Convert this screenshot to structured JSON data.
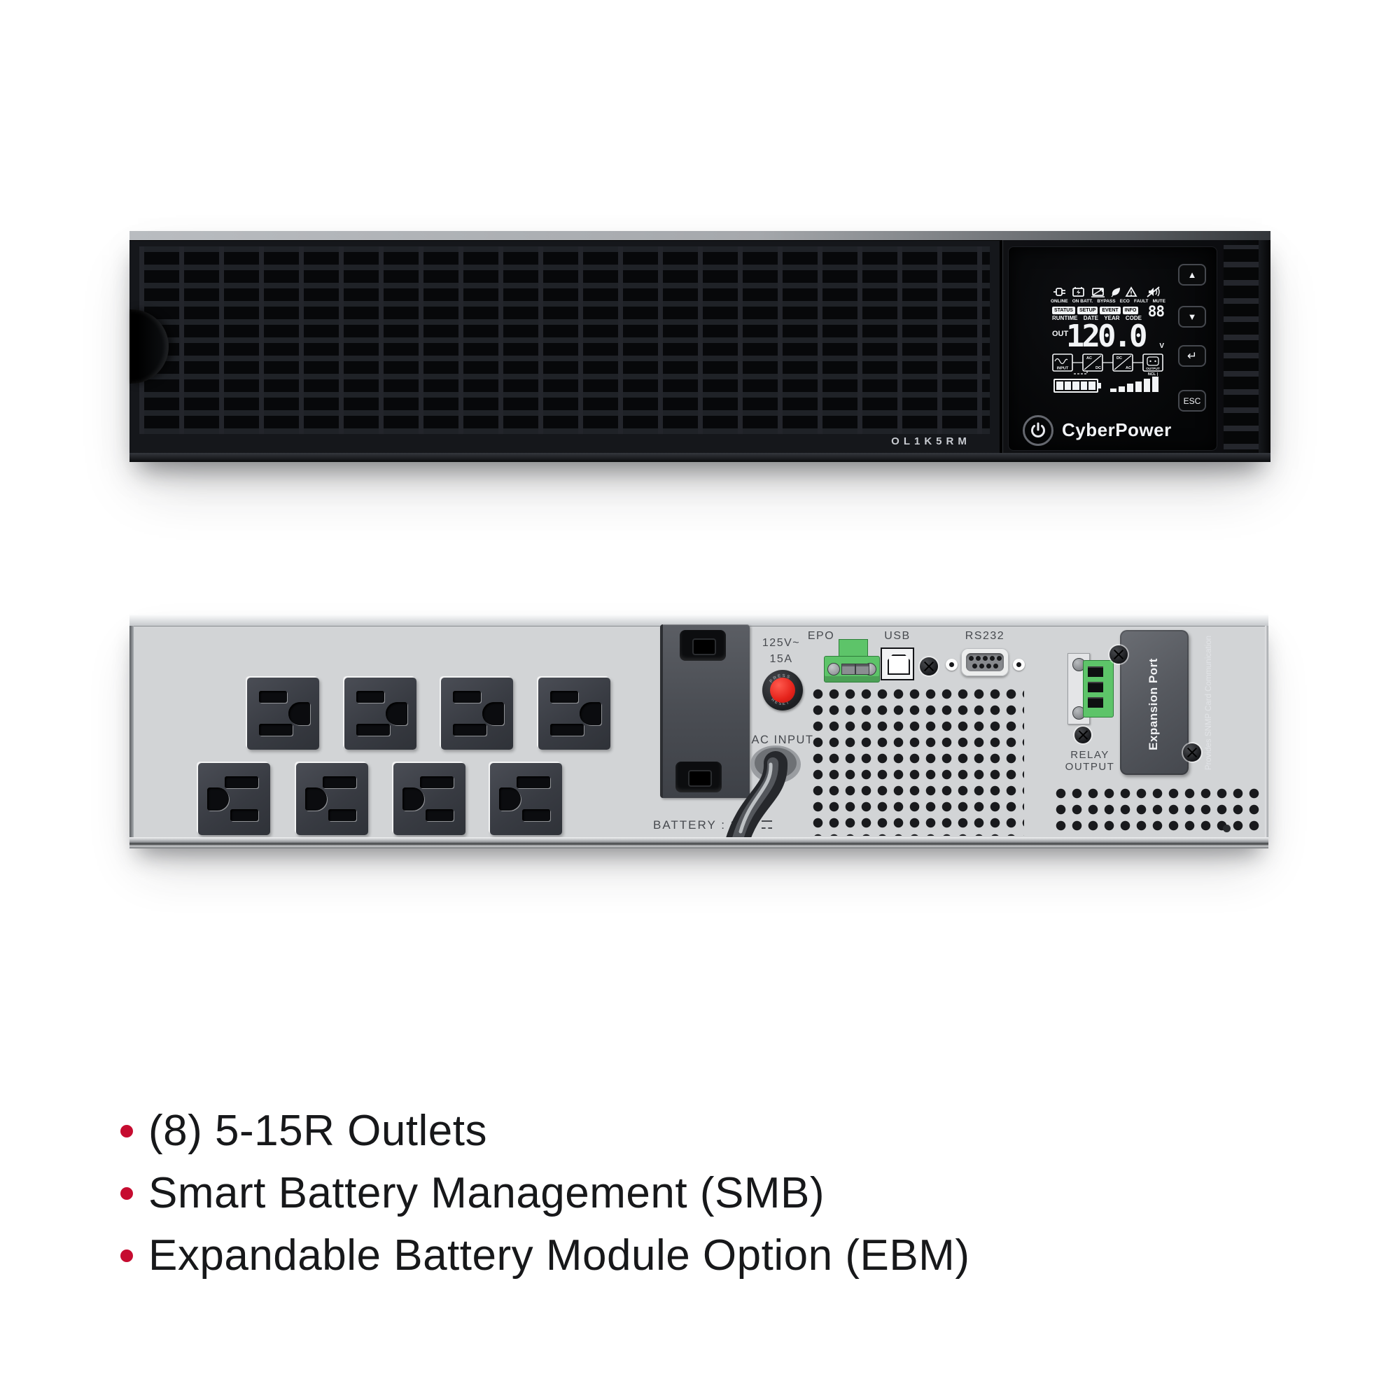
{
  "product": {
    "brand": "CyberPower",
    "model": "OL1K5RM"
  },
  "front_panel": {
    "lcd": {
      "status_icons": [
        {
          "name": "plug-online-icon",
          "label": "ONLINE"
        },
        {
          "name": "battery-icon",
          "label": "ON BATT."
        },
        {
          "name": "bypass-icon",
          "label": "BYPASS"
        },
        {
          "name": "eco-leaf-icon",
          "label": "ECO"
        },
        {
          "name": "fault-warning-icon",
          "label": "FAULT"
        },
        {
          "name": "mute-speaker-icon",
          "label": "MUTE"
        }
      ],
      "menu_badges": [
        "STATUS",
        "SETUP",
        "EVENT",
        "INFO"
      ],
      "code_value": "88",
      "field_labels": [
        "RUNTIME",
        "DATE",
        "YEAR",
        "CODE"
      ],
      "out_label": "OUT",
      "output_voltage": "120.0",
      "voltage_unit": "V",
      "flow": {
        "input_label": "INPUT",
        "conv1_top": "AC",
        "conv1_bottom": "DC",
        "conv2_top": "DC",
        "conv2_bottom": "AC",
        "output_label": "OUTPUT",
        "ncl_label": "NCL |"
      },
      "battery_gauge_segments": 5,
      "load_gauge_segments": 6
    },
    "buttons": {
      "up": "▲",
      "down": "▼",
      "enter": "↵",
      "esc": "ESC"
    }
  },
  "rear_panel": {
    "breaker": {
      "rating_line1": "125V~",
      "rating_line2": "15A",
      "ring_top": "PRESS",
      "ring_bottom": "RESET"
    },
    "labels": {
      "ac_input": "AC INPUT",
      "epo": "EPO",
      "usb": "USB",
      "rs232": "RS232",
      "relay_line1": "RELAY",
      "relay_line2": "OUTPUT",
      "battery": "BATTERY : 36V"
    },
    "expansion_port": {
      "title": "Expansion Port",
      "subtitle": "Provides SNMP Card Communication"
    },
    "outlets": {
      "count": 8,
      "type": "5-15R",
      "top_row_count": 4,
      "bottom_row_count": 4
    }
  },
  "features": {
    "items": [
      "(8) 5-15R Outlets",
      "Smart Battery Management (SMB)",
      "Expandable Battery Module Option (EBM)"
    ]
  },
  "colors": {
    "bullet_red": "#c60c30",
    "epo_green": "#5dc469",
    "breaker_red": "#e5231b",
    "rear_gray": "#d2d4d6",
    "front_black": "#15171b",
    "lcd_white": "#f2f4f6"
  }
}
